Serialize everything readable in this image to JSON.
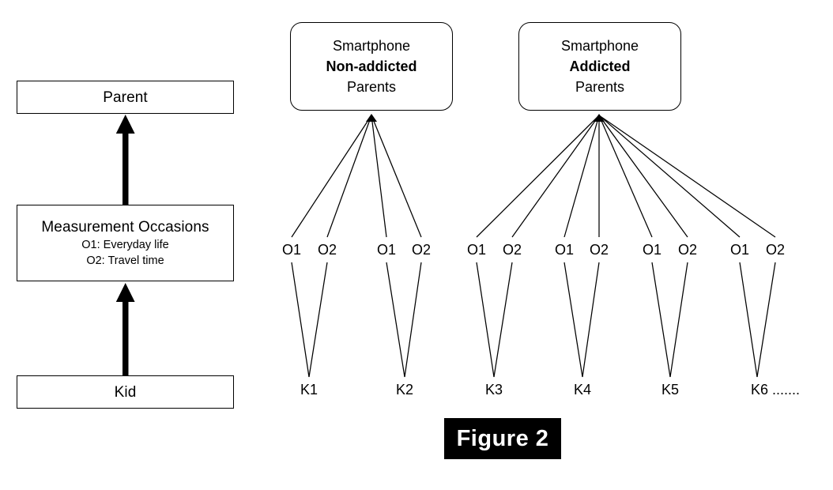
{
  "figure": {
    "caption": "Figure 2"
  },
  "left_panel": {
    "levels": [
      {
        "title": "Parent",
        "subtitles": []
      },
      {
        "title": "Measurement Occasions",
        "subtitles": [
          "O1: Everyday life",
          "O2: Travel time"
        ]
      },
      {
        "title": "Kid",
        "subtitles": []
      }
    ],
    "arrows": [
      {
        "name": "arrow-kid-to-occasions",
        "direction": "up"
      },
      {
        "name": "arrow-occasions-to-parent",
        "direction": "up"
      }
    ]
  },
  "right_panel": {
    "groups": [
      {
        "id": "non-addicted",
        "lines": [
          {
            "text": "Smartphone",
            "bold": false
          },
          {
            "text": "Non-addicted",
            "bold": true
          },
          {
            "text": "Parents",
            "bold": false
          }
        ],
        "kids": [
          {
            "label": "K1",
            "occasions": [
              "O1",
              "O2"
            ]
          },
          {
            "label": "K2",
            "occasions": [
              "O1",
              "O2"
            ]
          }
        ]
      },
      {
        "id": "addicted",
        "lines": [
          {
            "text": "Smartphone",
            "bold": false
          },
          {
            "text": "Addicted",
            "bold": true
          },
          {
            "text": "Parents",
            "bold": false
          }
        ],
        "kids": [
          {
            "label": "K3",
            "occasions": [
              "O1",
              "O2"
            ]
          },
          {
            "label": "K4",
            "occasions": [
              "O1",
              "O2"
            ]
          },
          {
            "label": "K5",
            "occasions": [
              "O1",
              "O2"
            ]
          },
          {
            "label": "K6 .......",
            "occasions": [
              "O1",
              "O2"
            ]
          }
        ]
      }
    ]
  },
  "colors": {
    "stroke": "#000000",
    "background": "#ffffff",
    "caption_bg": "#000000",
    "caption_fg": "#ffffff"
  }
}
